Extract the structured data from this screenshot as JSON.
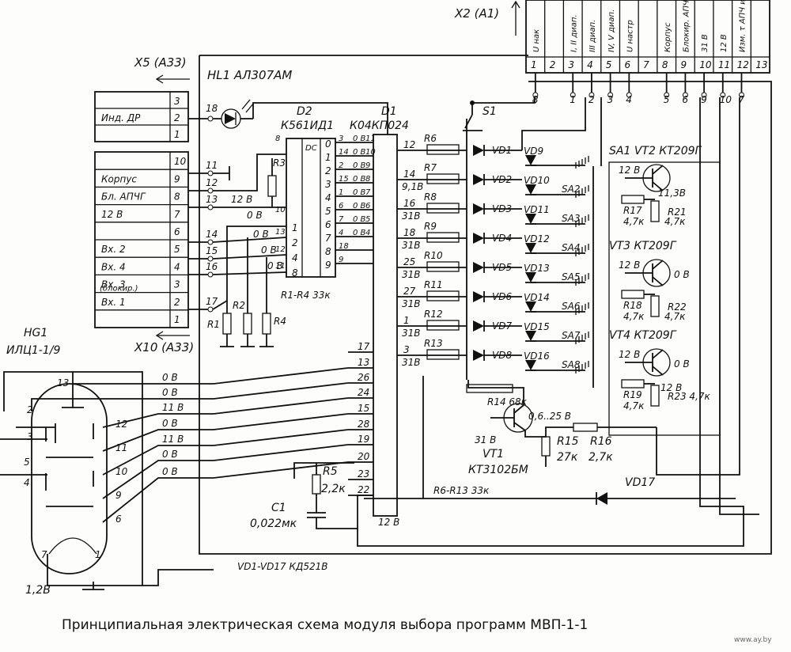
{
  "caption": "Принципиальная электрическая схема модуля выбора программ МВП-1-1",
  "watermark": "www.ay.by",
  "connectors": {
    "x2": {
      "label": "X2 (A1)",
      "signals": [
        "U нак",
        "I, II диап.",
        "III диап.",
        "IV, V диап.",
        "U настр",
        "Корпус",
        "Блокир. АПЧГ",
        "31 В",
        "12 В",
        "Изм. τ АПЧ и Ф"
      ],
      "pins": [
        "1",
        "2",
        "3",
        "4",
        "5",
        "6",
        "7",
        "8",
        "9",
        "10",
        "11",
        "12",
        "13"
      ],
      "wire_pins": [
        "8",
        "1",
        "2",
        "3",
        "4",
        "5",
        "6",
        "9",
        "10",
        "7"
      ]
    },
    "x5": {
      "label": "X5 (A33)",
      "rows": [
        {
          "name": "",
          "pin": "3"
        },
        {
          "name": "Инд. ДР",
          "pin": "2"
        },
        {
          "name": "",
          "pin": "1"
        }
      ]
    },
    "x10": {
      "label": "X10 (A33)",
      "rows": [
        {
          "name": "",
          "pin": "10"
        },
        {
          "name": "Корпус",
          "pin": "9"
        },
        {
          "name": "Бл. АПЧГ",
          "pin": "8"
        },
        {
          "name": "12 В",
          "pin": "7"
        },
        {
          "name": "",
          "pin": "6"
        },
        {
          "name": "Вх. 2",
          "pin": "5"
        },
        {
          "name": "Вх. 4",
          "pin": "4"
        },
        {
          "name": "Вх. 3",
          "pin": "3"
        },
        {
          "name": "Вх. 1",
          "pin": "2"
        },
        {
          "name": "",
          "pin": "1"
        }
      ],
      "vx3_note": "(блокир.)"
    }
  },
  "components": {
    "hl1": "HL1  АЛ307АМ",
    "d2_ref": "D2",
    "d2_type": "К561ИД1",
    "d2_dc": "DC",
    "d1_ref": "D1",
    "d1_type": "К04КП024",
    "hg1_ref": "HG1",
    "hg1_type": "ИЛЦ1-1/9",
    "s1": "S1",
    "r1r4": "R1-R4  33к",
    "r6r13": "R6-R13  33к",
    "vd_note": "VD1-VD17   КД521В",
    "vt1": "VT1",
    "vt1_type": "КТ3102БМ",
    "vt2": "SA1  VT2  КТ209Г",
    "vt3": "VT3  КТ209Г",
    "vt4": "VT4  КТ209Г",
    "r14": "R14  68к",
    "r15": "R15",
    "r15_val": "27к",
    "r16": "R16",
    "r16_val": "2,7к",
    "r5": "R5",
    "r5_val": "2,2к",
    "c1": "C1",
    "c1_val": "0,022мк",
    "r17": "R17",
    "r17_val": "4,7к",
    "r18": "R18",
    "r18_val": "4,7к",
    "r19": "R19",
    "r19_val": "4,7к",
    "r21": "R21",
    "r21_val": "4,7к",
    "r22": "R22",
    "r22_val": "4,7к",
    "r23": "R23 4,7к",
    "r1": "R1",
    "r2": "R2",
    "r3": "R3",
    "r4": "R4",
    "vd17": "VD17"
  },
  "voltages": {
    "v12": "12 В",
    "v0": "0 В",
    "v31": "31 В",
    "v11": "11 В",
    "v113": "11,3В",
    "v12b": "1,2В",
    "v0625": "0,6..25 В",
    "v91": "9,1В"
  },
  "resistor_chain": [
    {
      "ref": "R6",
      "pin": "12",
      "volt": ""
    },
    {
      "ref": "R7",
      "pin": "14",
      "volt": "9,1В"
    },
    {
      "ref": "R8",
      "pin": "16",
      "volt": "31В"
    },
    {
      "ref": "R9",
      "pin": "18",
      "volt": "31В"
    },
    {
      "ref": "R10",
      "pin": "25",
      "volt": "31В"
    },
    {
      "ref": "R11",
      "pin": "27",
      "volt": "31В"
    },
    {
      "ref": "R12",
      "pin": "1",
      "volt": "31В"
    },
    {
      "ref": "R13",
      "pin": "3",
      "volt": "31В"
    }
  ],
  "diodes_left": [
    "VD1",
    "VD2",
    "VD3",
    "VD4",
    "VD5",
    "VD6",
    "VD7",
    "VD8"
  ],
  "diodes_right": [
    "VD9",
    "VD10",
    "VD11",
    "VD12",
    "VD13",
    "VD14",
    "VD15",
    "VD16"
  ],
  "switches": [
    "SA2",
    "SA3",
    "SA4",
    "SA5",
    "SA6",
    "SA7",
    "SA8"
  ],
  "d1_left_pins": [
    "17",
    "13",
    "26",
    "24",
    "15",
    "28",
    "19",
    "20",
    "23",
    "22"
  ],
  "d2_left_pins": [
    "8",
    "10",
    "13",
    "12",
    "11"
  ],
  "d2_out_labels": [
    "3",
    "14",
    "2",
    "15",
    "1",
    "6",
    "7",
    "4",
    "18",
    "9"
  ],
  "d1_top_pins": [
    "11",
    "10",
    "9",
    "8",
    "7",
    "6",
    "5",
    "4"
  ],
  "hg1_pins": [
    "13",
    "2",
    "3",
    "12",
    "11",
    "5",
    "4",
    "10",
    "9",
    "6",
    "7",
    "1"
  ],
  "hg1_volts": [
    "0 В",
    "0 В",
    "11 В",
    "0 В",
    "11 В",
    "0 В",
    "0 В"
  ],
  "x10_pin_nodes": [
    "11",
    "12",
    "13",
    "14",
    "15",
    "16",
    "17"
  ],
  "hl1_pin": "18"
}
